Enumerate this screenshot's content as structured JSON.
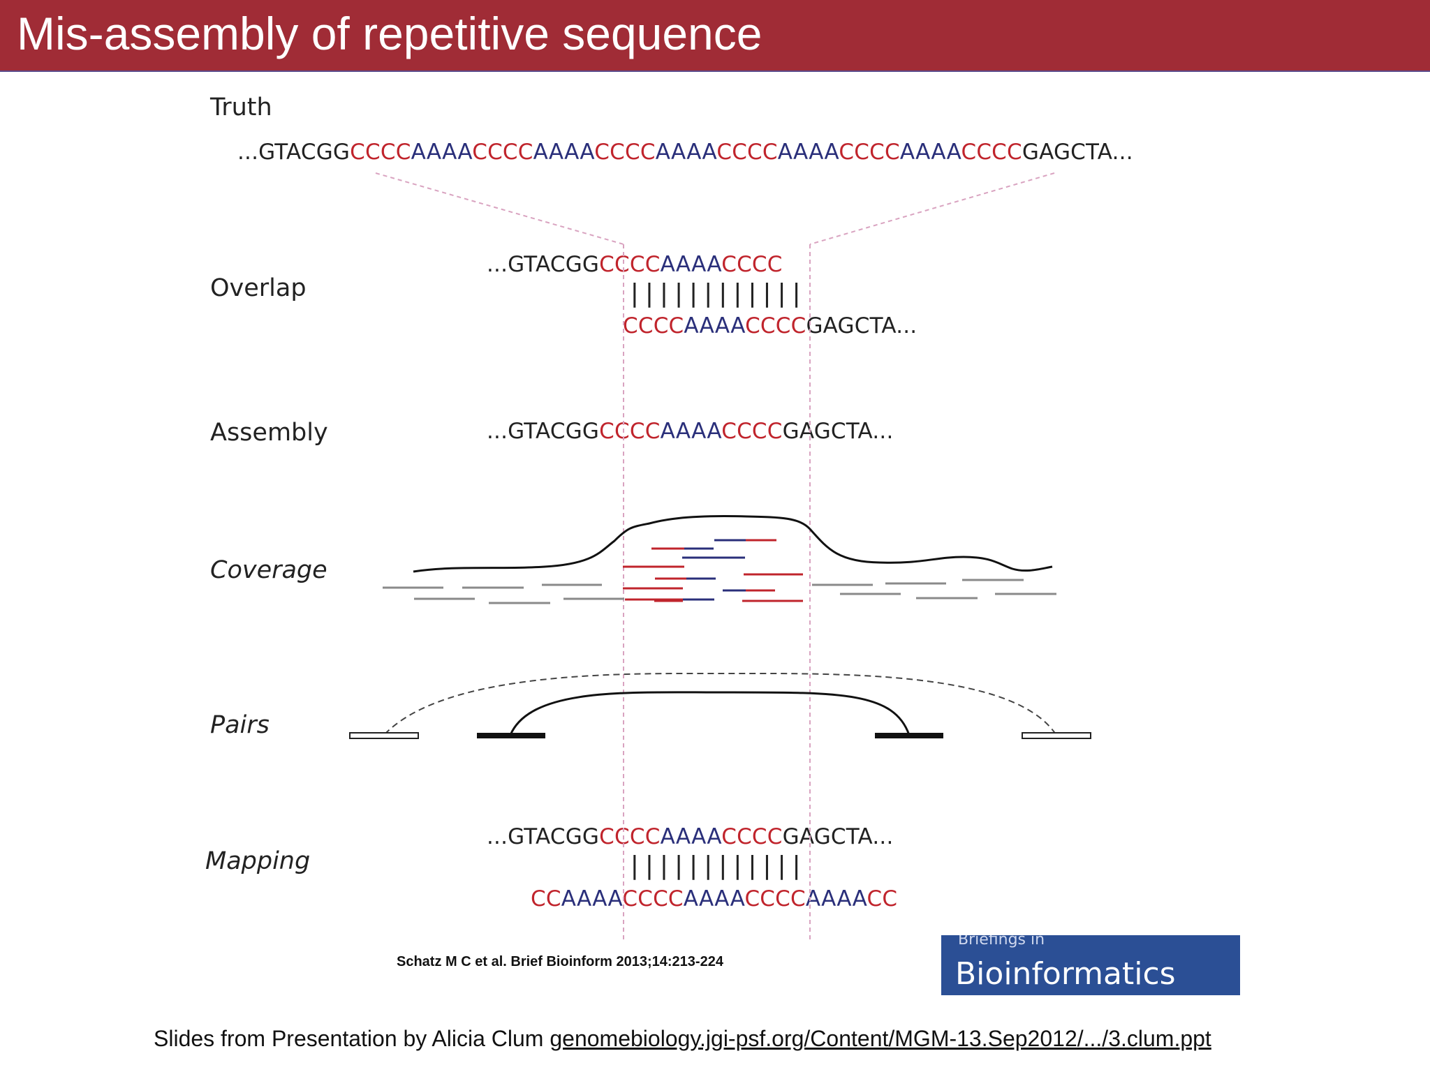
{
  "header": {
    "title": "Mis-assembly of repetitive sequence"
  },
  "rows": {
    "truth": "Truth",
    "overlap": "Overlap",
    "assembly": "Assembly",
    "coverage": "Coverage",
    "pairs": "Pairs",
    "mapping": "Mapping"
  },
  "sequences": {
    "truth": [
      {
        "t": "...GTACGG",
        "c": "k"
      },
      {
        "t": "CCCC",
        "c": "r"
      },
      {
        "t": "AAAA",
        "c": "b"
      },
      {
        "t": "CCCC",
        "c": "r"
      },
      {
        "t": "AAAA",
        "c": "b"
      },
      {
        "t": "CCCC",
        "c": "r"
      },
      {
        "t": "AAAA",
        "c": "b"
      },
      {
        "t": "CCCC",
        "c": "r"
      },
      {
        "t": "AAAA",
        "c": "b"
      },
      {
        "t": "CCCC",
        "c": "r"
      },
      {
        "t": "AAAA",
        "c": "b"
      },
      {
        "t": "CCCC",
        "c": "r"
      },
      {
        "t": "GAGCTA...",
        "c": "k"
      }
    ],
    "overlap_top": [
      {
        "t": "...GTACGG",
        "c": "k"
      },
      {
        "t": "CCCC",
        "c": "r"
      },
      {
        "t": "AAAA",
        "c": "b"
      },
      {
        "t": "CCCC",
        "c": "r"
      }
    ],
    "overlap_bars": "||||||||||||",
    "overlap_bottom": [
      {
        "t": "CCCC",
        "c": "r"
      },
      {
        "t": "AAAA",
        "c": "b"
      },
      {
        "t": "CCCC",
        "c": "r"
      },
      {
        "t": "GAGCTA...",
        "c": "k"
      }
    ],
    "assembly": [
      {
        "t": "...GTACGG",
        "c": "k"
      },
      {
        "t": "CCCC",
        "c": "r"
      },
      {
        "t": "AAAA",
        "c": "b"
      },
      {
        "t": "CCCC",
        "c": "r"
      },
      {
        "t": "GAGCTA...",
        "c": "k"
      }
    ],
    "mapping_top": [
      {
        "t": "...GTACGG",
        "c": "k"
      },
      {
        "t": "CCCC",
        "c": "r"
      },
      {
        "t": "AAAA",
        "c": "b"
      },
      {
        "t": "CCCC",
        "c": "r"
      },
      {
        "t": "GAGCTA...",
        "c": "k"
      }
    ],
    "mapping_bars": "||||||||||||",
    "mapping_bottom": [
      {
        "t": "CC",
        "c": "r"
      },
      {
        "t": "AAAA",
        "c": "b"
      },
      {
        "t": "CCCC",
        "c": "r"
      },
      {
        "t": "AAAA",
        "c": "b"
      },
      {
        "t": "CCCC",
        "c": "r"
      },
      {
        "t": "AAAA",
        "c": "b"
      },
      {
        "t": "CC",
        "c": "r"
      }
    ]
  },
  "colors": {
    "red": "#c0242c",
    "blue": "#2a2f7a",
    "gray": "#888888",
    "header": "#a02c36",
    "logo": "#2b4f95"
  },
  "citation": "Schatz M C et al. Brief Bioinform 2013;14:213-224",
  "logo": {
    "small": "Briefings in",
    "big": "Bioinformatics"
  },
  "footer": {
    "text": "Slides from Presentation by Alicia Clum ",
    "url": "genomebiology.jgi-psf.org/Content/MGM-13.Sep2012/.../3.clum.ppt"
  }
}
